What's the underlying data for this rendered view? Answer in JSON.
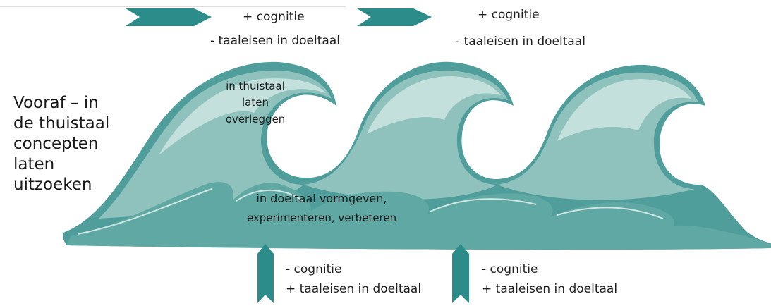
{
  "intro": {
    "lines": [
      "Vooraf – in",
      "de thuistaal",
      "concepten",
      "laten",
      "uitzoeken"
    ]
  },
  "top_labels": [
    {
      "line1": "+ cognitie",
      "line2": "- taaleisen in doeltaal"
    },
    {
      "line1": "+ cognitie",
      "line2": "- taaleisen in doeltaal"
    }
  ],
  "bottom_labels": [
    {
      "line1": "- cognitie",
      "line2": "+ taaleisen in doeltaal"
    },
    {
      "line1": "- cognitie",
      "line2": "+ taaleisen in doeltaal"
    }
  ],
  "wave_labels": {
    "upper": [
      "in thuistaal",
      "laten",
      "overleggen"
    ],
    "lower": [
      "in doeltaal vormgeven,",
      "experimenteren, verbeteren"
    ]
  },
  "colors": {
    "teal_dark": "#2b8c8a",
    "teal_mid": "#6fb2ad",
    "teal_light": "#b9d9d5",
    "teal_pale": "#d9ebe8"
  }
}
